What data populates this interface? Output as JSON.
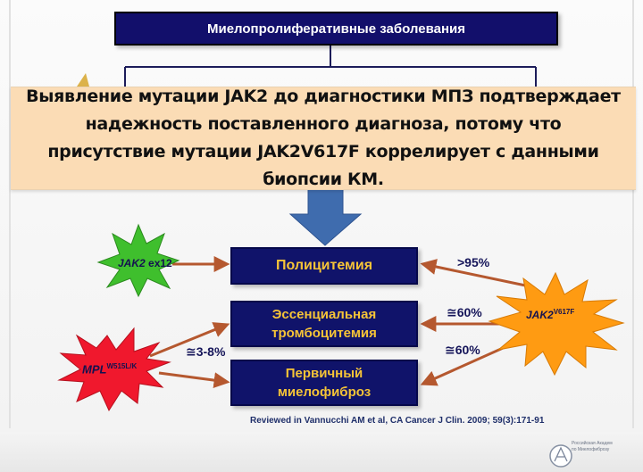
{
  "title": "Миелопролиферативные заболевания",
  "note": "Выявление мутации JAK2 до диагностики МПЗ подтверждает надежность поставленного диагноза, потому что присутствие мутации JAK2V617F коррелирует с данными биопсии КМ.",
  "diseases": [
    {
      "label": "Полицитемия"
    },
    {
      "label": "Эссенциальная\nтромбоцитемия"
    },
    {
      "label": "Первичный\nмиелофиброз"
    }
  ],
  "mutations": {
    "jak2_ex12": {
      "main": "JAK2",
      "suffix": " ex12",
      "color": "#3fbf2d"
    },
    "jak2_v617f": {
      "main": "JAK2",
      "sup": "V617F",
      "color": "#ff9b12"
    },
    "mpl": {
      "main": "MPL",
      "sup": "W515L/K",
      "color": "#f0182d"
    }
  },
  "frequencies": {
    "poly": ">95%",
    "et": "≅60%",
    "mf": "≅60%",
    "mpl": "≅3-8%"
  },
  "reference": "Reviewed in Vannucchi AM et al, CA Cancer J Clin. 2009; 59(3):171-91",
  "logo": {
    "line1": "Российская Академ",
    "line2": "по Миелофиброзу"
  },
  "colors": {
    "box_fill": "#10136a",
    "box_text": "#f6c437",
    "arrow": "#b5582f",
    "note_bg": "#fbdcb5"
  }
}
